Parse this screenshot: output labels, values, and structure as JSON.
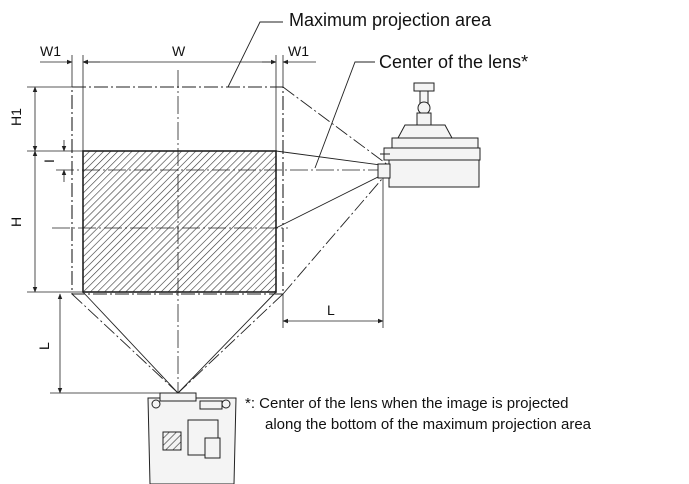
{
  "diagram": {
    "max_area_label": "Maximum projection area",
    "lens_center_label": "Center of the lens*",
    "dims": {
      "w1_left": "W1",
      "w": "W",
      "w1_right": "W1",
      "h1": "H1",
      "i": "I",
      "h": "H",
      "l_side": "L",
      "l_bottom": "L"
    },
    "footnote": {
      "line1": "*: Center of the lens when the image is projected",
      "line2": "along the bottom of the maximum projection area"
    }
  },
  "colors": {
    "stroke": "#222222",
    "hatch": "#333333",
    "background": "#ffffff",
    "device_fill": "#f4f4f4"
  }
}
